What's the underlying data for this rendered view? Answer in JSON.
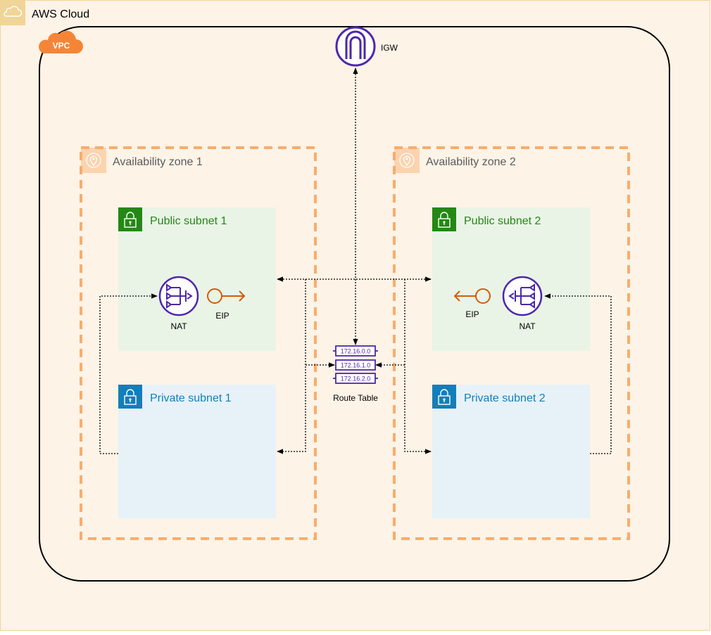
{
  "cloud": {
    "title": "AWS Cloud",
    "icon": "cloud-icon"
  },
  "vpc": {
    "badge": "VPC",
    "icon": "vpc-cloud-icon"
  },
  "igw": {
    "label": "IGW",
    "icon": "internet-gateway-icon"
  },
  "zones": [
    {
      "label": "Availability zone 1",
      "icon": "location-pin-icon"
    },
    {
      "label": "Availability zone 2",
      "icon": "location-pin-icon"
    }
  ],
  "subnets": {
    "public_1": {
      "label": "Public subnet 1",
      "icon": "lock-icon"
    },
    "public_2": {
      "label": "Public subnet 2",
      "icon": "lock-icon"
    },
    "private_1": {
      "label": "Private subnet 1",
      "icon": "lock-icon"
    },
    "private_2": {
      "label": "Private subnet 2",
      "icon": "lock-icon"
    }
  },
  "nat_1": {
    "label": "NAT",
    "icon": "nat-gateway-icon"
  },
  "nat_2": {
    "label": "NAT",
    "icon": "nat-gateway-icon"
  },
  "eip_1": {
    "label": "EIP",
    "icon": "elastic-ip-icon"
  },
  "eip_2": {
    "label": "EIP",
    "icon": "elastic-ip-icon"
  },
  "route_table": {
    "label": "Route Table",
    "icon": "route-table-icon",
    "entries": [
      "172.16.0.0",
      "172.16.1.0",
      "172.16.2.0"
    ]
  },
  "colors": {
    "cloud_bg": "#fdf3e7",
    "cloud_border": "#f1d497",
    "zone_border": "#f8ad6b",
    "public_bg": "#e9f4e6",
    "public_accent": "#248814",
    "private_bg": "#e6f2f8",
    "private_accent": "#147eba",
    "purple": "#4d27aa",
    "eip_orange": "#d45b07",
    "vpc_orange": "#f58536"
  }
}
